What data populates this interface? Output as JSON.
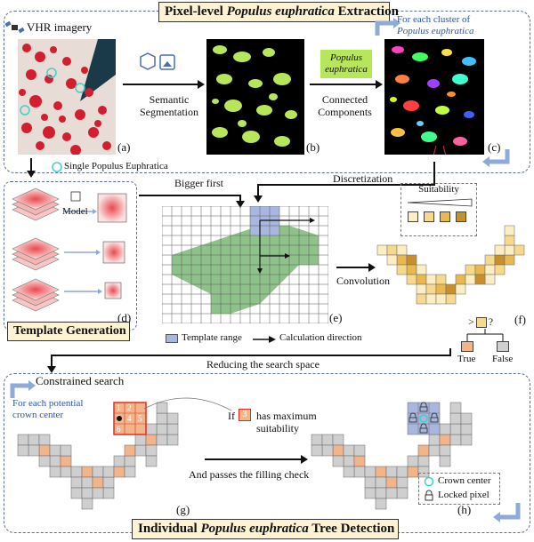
{
  "sections": {
    "top": {
      "title_prefix": "Pixel-level ",
      "title_italic": "Populus euphratica",
      "title_suffix": " Extraction",
      "vhr_label": "VHR imagery",
      "semantic_seg_label_1": "Semantic",
      "semantic_seg_label_2": "Segmentation",
      "populus_tag_1": "Populus",
      "populus_tag_2": "euphratica",
      "connected_label_1": "Connected",
      "connected_label_2": "Components",
      "cluster_note_1": "For each cluster of",
      "cluster_note_2": "Populus euphratica",
      "single_label": "Single Populus Euphratica",
      "panel_a": "(a)",
      "panel_b": "(b)",
      "panel_c": "(c)"
    },
    "middle": {
      "template_title": "Template Generation",
      "model_label": "Model",
      "bigger_first": "Bigger first",
      "discretization": "Discretization",
      "convolution": "Convolution",
      "suitability": "Suitability",
      "template_range": "Template range",
      "calc_direction": "Calculation direction",
      "compare_label": "> ?",
      "true_label": "True",
      "false_label": "False",
      "panel_d": "(d)",
      "panel_e": "(e)",
      "panel_f": "(f)",
      "reducing": "Reducing the search space"
    },
    "bottom": {
      "constrained": "Constrained search",
      "crown_note_1": "For each potential",
      "crown_note_2": "crown center",
      "if_label": "If",
      "if_cell_value": "3",
      "has_max": "has maximum",
      "suitability": "suitability",
      "passes": "And passes the filling check",
      "crown_center": "Crown center",
      "locked_pixel": "Locked pixel",
      "panel_g": "(g)",
      "panel_h": "(h)",
      "title_prefix": "Individual ",
      "title_italic": "Populus euphratica",
      "title_suffix": " Tree Detection",
      "search_cells": [
        "1",
        "2",
        "3",
        "4",
        "5",
        "6"
      ]
    }
  },
  "colors": {
    "title_bg": "#fdf3d3",
    "dashed_border": "#5a6e96",
    "accent_blue": "#2f55a4",
    "arrow_blue": "#8fa9d8",
    "green_area": "#8fc28a",
    "template_blue": "#a9b7e0",
    "suit_1": "#fbeec4",
    "suit_2": "#f6d98c",
    "suit_3": "#e9b94f",
    "suit_4": "#c8902a",
    "true_orange": "#f2b48b",
    "false_gray": "#cfcfcf",
    "search_red": "#e0301e",
    "seg_green": "#b8e65a"
  }
}
